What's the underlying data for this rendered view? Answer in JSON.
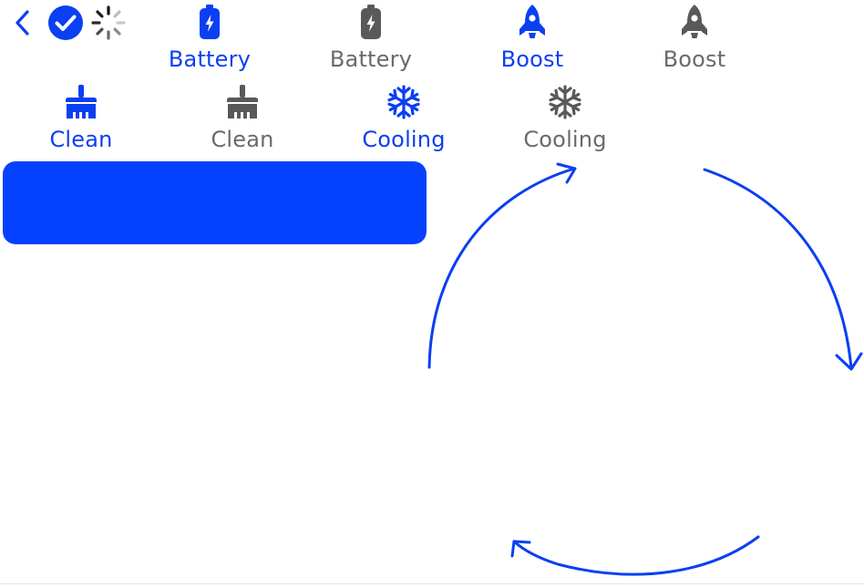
{
  "colors": {
    "accent": "#0b3ff2",
    "button": "#0442ff",
    "inactive": "#6a6a6a",
    "background": "#ffffff"
  },
  "header": {
    "back_icon": "chevron-left-icon",
    "check_icon": "check-circle-icon",
    "loading_icon": "spinner-icon"
  },
  "tabs": [
    {
      "label": "Battery",
      "icon": "battery-bolt-icon",
      "state": "active"
    },
    {
      "label": "Battery",
      "icon": "battery-bolt-icon",
      "state": "inactive"
    },
    {
      "label": "Boost",
      "icon": "rocket-icon",
      "state": "active"
    },
    {
      "label": "Boost",
      "icon": "rocket-icon",
      "state": "inactive"
    },
    {
      "label": "Clean",
      "icon": "broom-icon",
      "state": "active"
    },
    {
      "label": "Clean",
      "icon": "broom-icon",
      "state": "inactive"
    },
    {
      "label": "Cooling",
      "icon": "snowflake-icon",
      "state": "active"
    },
    {
      "label": "Cooling",
      "icon": "snowflake-icon",
      "state": "inactive"
    }
  ],
  "primary_button": {
    "label": ""
  },
  "cycle_graphic": {
    "icon": "cycle-arrows-icon"
  }
}
